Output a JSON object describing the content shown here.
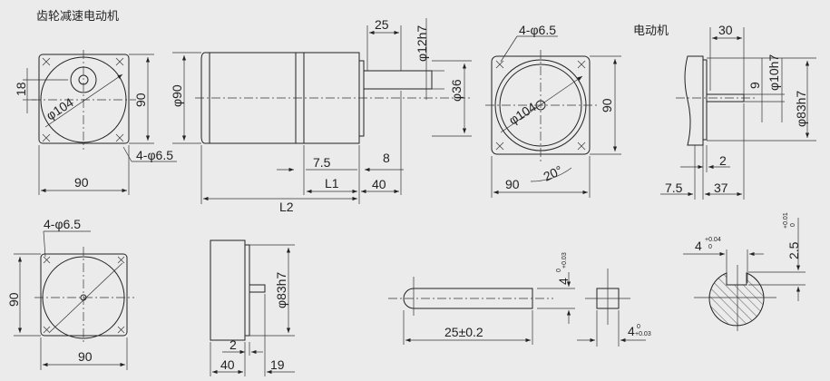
{
  "titles": {
    "gear_motor": "齿轮减速电动机",
    "motor": "电动机"
  },
  "gear_front": {
    "width": "90",
    "height": "90",
    "offset": "18",
    "diameter": "φ104",
    "holes": "4-φ6.5"
  },
  "gear_side": {
    "shaft_len": "25",
    "shaft_dia": "φ12h7",
    "boss_dia": "φ36",
    "body_dia": "φ90",
    "d75": "7.5",
    "d8": "8",
    "L1": "L1",
    "d40": "40",
    "L2": "L2"
  },
  "motor_front": {
    "holes": "4-φ6.5",
    "diameter": "φ104",
    "height": "90",
    "width": "90",
    "angle": "20°"
  },
  "motor_side": {
    "shaft_len": "30",
    "key": "9",
    "shaft_dia": "φ10h7",
    "pilot_dia": "φ83h7",
    "d2": "2",
    "d75": "7.5",
    "d37": "37"
  },
  "bottom_front": {
    "holes": "4-φ6.5",
    "height": "90",
    "width": "90"
  },
  "bottom_side": {
    "pilot_dia": "φ83h7",
    "d2": "2",
    "d40": "40",
    "d19": "19"
  },
  "key": {
    "length": "25±0.2",
    "height": "4",
    "height_tol_up": "0",
    "height_tol_dn": "+0.03",
    "width": "4",
    "width_tol_up": "0",
    "width_tol_dn": "+0.03"
  },
  "keyway": {
    "width": "4",
    "width_tol_up": "+0.04",
    "width_tol_dn": "0",
    "depth": "2.5",
    "depth_tol_up": "+0.01",
    "depth_tol_dn": "0"
  }
}
